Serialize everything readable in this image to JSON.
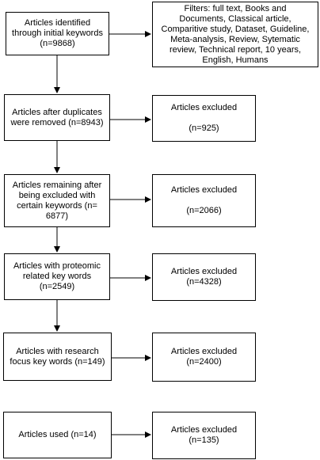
{
  "boxes": {
    "initial": "Articles identified\nthrough initial keywords\n(n=9868)",
    "filters": "Filters: full text, Books and\nDocuments, Classical article,\nComparitive study, Dataset, Guideline,\nMeta-analysis, Review, Sytematic\nreview, Technical report, 10 years,\nEnglish, Humans",
    "dedup": "Articles after duplicates\nwere removed (n=8943)",
    "excluded1": "Articles excluded\n\n(n=925)",
    "keywords": "Articles remaining after\nbeing excluded with\ncertain keywords (n=\n6877)",
    "excluded2": "Articles excluded\n\n(n=2066)",
    "proteomic": "Articles with proteomic\nrelated key words\n(n=2549)",
    "excluded3": "Articles excluded\n(n=4328)",
    "research": "Articles with research\nfocus key words (n=149)",
    "excluded4": "Articles excluded\n(n=2400)",
    "used": "Articles used (n=14)",
    "excluded5": "Articles excluded\n(n=135)"
  }
}
